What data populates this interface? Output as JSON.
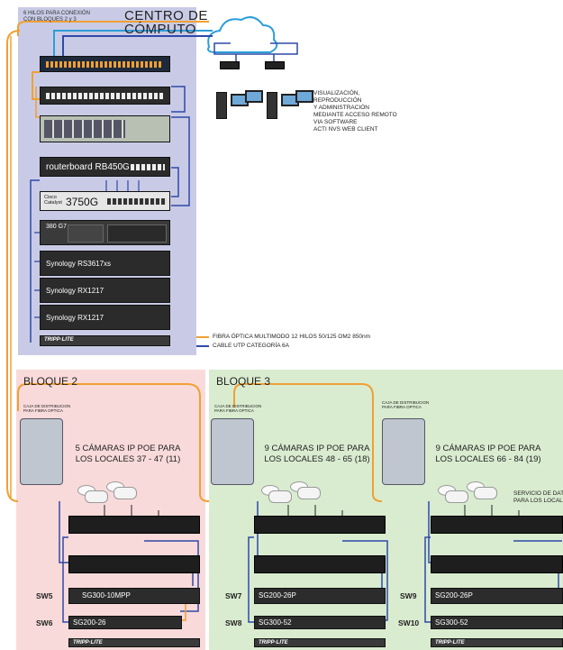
{
  "colors": {
    "fiber": "#f0a032",
    "utp": "#2f49a8",
    "rack_bg": "#c9cbe6",
    "bloque2_bg": "#f9dada",
    "bloque3_bg": "#d9ecd0",
    "cloud": "#2a9ed8"
  },
  "header": {
    "title_line1": "CENTRO DE",
    "title_line2": "CÓMPUTO",
    "note_line1": "6 HILOS PARA CONEXIÓN",
    "note_line2": "CON BLOQUES 2 y 3"
  },
  "rack": {
    "routerboard_label": "routerboard RB450G",
    "catalyst_brand": "Cisco Catalyst",
    "catalyst_model": "3750G",
    "server_label": "380 G7",
    "nas": [
      "Synology RS3617xs",
      "Synology RX1217",
      "Synology RX1217"
    ],
    "pdu_label": "TRIPP·LITE"
  },
  "remote": {
    "lines": [
      "VISUALIZACIÓN,",
      "REPRODUCCIÓN",
      "Y  ADMINISTRACIÓN",
      "MEDIANTE ACCESO REMOTO",
      "VIA SOFTWARE",
      "ACTI NVS WEB CLIENT"
    ]
  },
  "legend": {
    "fiber": "FIBRA ÓPTICA MULTIMODO 12 HILOS  50/125 OM2 850nm",
    "utp": "CABLE UTP CATEGORÍA 6A"
  },
  "blocks": [
    {
      "title": "BLOQUE 2",
      "caja": [
        "CAJA DE DISTRIBUCION",
        "PARA FIBRA OPTICA"
      ],
      "cam_line1": "5 CÁMARAS IP POE PARA",
      "cam_line2": "LOS LOCALES 37 - 47 (11)",
      "sw_top": "SW5",
      "sw_top_model": "SG300-10MPP",
      "sw_bot": "SW6",
      "sw_bot_model": "SG200-26"
    },
    {
      "title": "BLOQUE 3",
      "caja": [
        "CAJA DE DISTRIBUCION",
        "PARA FIBRA OPTICA"
      ],
      "cam_line1": "9 CÁMARAS IP POE PARA",
      "cam_line2": "LOS LOCALES  48 - 65 (18)",
      "sw_top": "SW7",
      "sw_top_model": "SG200-26P",
      "sw_bot": "SW8",
      "sw_bot_model": "SG300-52"
    },
    {
      "title": "",
      "caja": [
        "CAJA DE DISTRIBUCION",
        "PARA FIBRA OPTICA"
      ],
      "cam_line1": "9 CÁMARAS IP POE PARA",
      "cam_line2": "LOS LOCALES 66 - 84 (19)",
      "sw_top": "SW9",
      "sw_top_model": "SG200-26P",
      "sw_bot": "SW10",
      "sw_bot_model": "SG300-52"
    }
  ],
  "servicio": {
    "line1": "SERVICIO DE DAT",
    "line2": "PARA LOS LOCAL"
  }
}
